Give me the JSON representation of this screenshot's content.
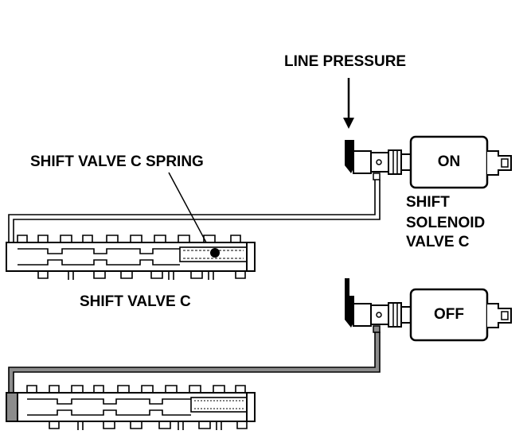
{
  "labels": {
    "line_pressure": "LINE PRESSURE",
    "shift_valve_spring": "SHIFT VALVE C SPRING",
    "shift_valve": "SHIFT VALVE C",
    "solenoid_line1": "SHIFT",
    "solenoid_line2": "SOLENOID",
    "solenoid_line3": "VALVE C"
  },
  "solenoid_states": {
    "top": "ON",
    "bottom": "OFF"
  },
  "colors": {
    "line": "#000000",
    "pressurized_fluid": "#8c8c8c",
    "background": "#ffffff"
  }
}
